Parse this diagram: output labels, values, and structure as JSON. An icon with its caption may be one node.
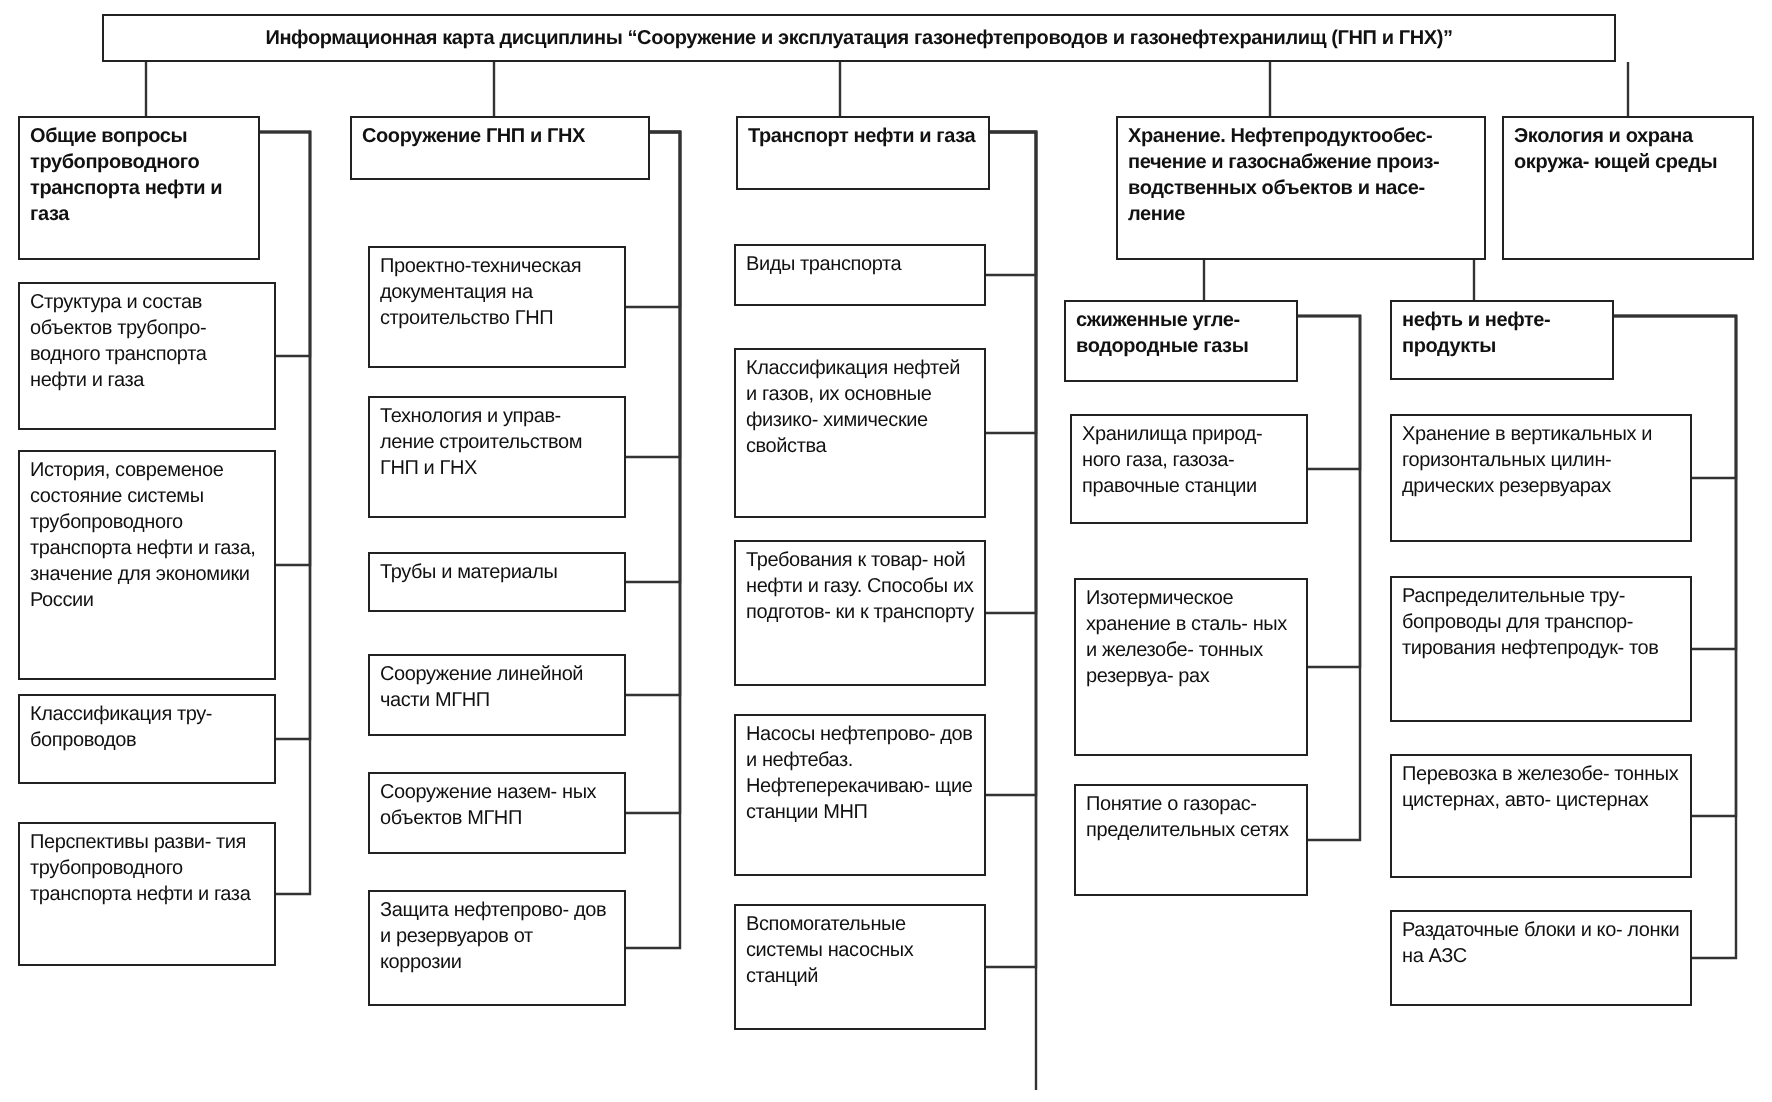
{
  "diagram": {
    "nodes": [
      {
        "text": [
          "Информационная карта дисциплины “Сооружение и эксплуатация газонефтепроводов  и газонефтехранилищ (ГНП и ГНХ)”"
        ]
      },
      {
        "text": [
          "Общие вопросы трубопроводного транспорта нефти и газа"
        ]
      },
      {
        "text": [
          "Структура и состав объектов трубопро- водного транспорта нефти и газа"
        ]
      },
      {
        "text": [
          "История, современое состояние системы трубопроводного транспорта нефти и газа, значение для экономики России"
        ]
      },
      {
        "text": [
          "Классификация тру- бопроводов"
        ]
      },
      {
        "text": [
          "Перспективы разви- тия трубопроводного транспорта нефти и газа"
        ]
      },
      {
        "text": [
          "Сооружение ГНП и ГНХ"
        ]
      },
      {
        "text": [
          "Проектно-техническая документация на строительство ГНП"
        ]
      },
      {
        "text": [
          "Технология и управ- ление строительством ГНП и ГНХ"
        ]
      },
      {
        "text": [
          "Трубы и материалы"
        ]
      },
      {
        "text": [
          "Сооружение линейной части МГНП"
        ]
      },
      {
        "text": [
          "Сооружение назем- ных объектов  МГНП"
        ]
      },
      {
        "text": [
          "Защита нефтепрово- дов и резервуаров  от коррозии"
        ]
      },
      {
        "text": [
          "Транспорт нефти и газа"
        ]
      },
      {
        "text": [
          "Виды транспорта"
        ]
      },
      {
        "text": [
          "Классификация нефтей и газов, их основные физико- химические свойства"
        ]
      },
      {
        "text": [
          "Требования к товар- ной нефти и газу. Способы их подготов- ки к транспорту"
        ]
      },
      {
        "text": [
          "Насосы нефтепрово- дов и нефтебаз. Нефтеперекачиваю- щие станции МНП"
        ]
      },
      {
        "text": [
          "Вспомогательные системы насосных станций"
        ]
      },
      {
        "text": [
          "Хранение. Нефтепродуктообес- печение и газоснабжение произ- водственных объектов и насе- ление"
        ]
      },
      {
        "text": [
          "сжиженные угле- водородные газы"
        ]
      },
      {
        "text": [
          "Хранилища природ- ного газа, газоза- правочные станции"
        ]
      },
      {
        "text": [
          "Изотермическое хранение в сталь- ных и железобе- тонных резервуа- рах"
        ]
      },
      {
        "text": [
          "Понятие о газорас- пределительных сетях"
        ]
      },
      {
        "text": [
          "нефть и нефте- продукты"
        ]
      },
      {
        "text": [
          "Хранение в вертикальных и горизонтальных цилин- дрических резервуарах"
        ]
      },
      {
        "text": [
          "Распределительные тру- бопроводы для транспор- тирования нефтепродук- тов"
        ]
      },
      {
        "text": [
          "Перевозка в железобе- тонных цистернах, авто- цистернах"
        ]
      },
      {
        "text": [
          "Раздаточные блоки и ко- лонки на АЗС"
        ]
      },
      {
        "text": [
          "Экология и охрана окружа- ющей среды"
        ]
      }
    ],
    "edges": [
      {
        "from": 0,
        "to": 1,
        "arrow": "none"
      },
      {
        "from": 0,
        "to": 6,
        "arrow": "none"
      },
      {
        "from": 0,
        "to": 13,
        "arrow": "none"
      },
      {
        "from": 0,
        "to": 19,
        "arrow": "none"
      },
      {
        "from": 0,
        "to": 29,
        "arrow": "none"
      },
      {
        "from": 1,
        "to": 2,
        "arrow": "none"
      },
      {
        "from": 1,
        "to": 3,
        "arrow": "none"
      },
      {
        "from": 1,
        "to": 4,
        "arrow": "none"
      },
      {
        "from": 1,
        "to": 5,
        "arrow": "none"
      },
      {
        "from": 6,
        "to": 7,
        "arrow": "none"
      },
      {
        "from": 6,
        "to": 8,
        "arrow": "none"
      },
      {
        "from": 6,
        "to": 9,
        "arrow": "none"
      },
      {
        "from": 6,
        "to": 10,
        "arrow": "none"
      },
      {
        "from": 6,
        "to": 11,
        "arrow": "none"
      },
      {
        "from": 6,
        "to": 12,
        "arrow": "none"
      },
      {
        "from": 13,
        "to": 14,
        "arrow": "none"
      },
      {
        "from": 13,
        "to": 15,
        "arrow": "none"
      },
      {
        "from": 13,
        "to": 16,
        "arrow": "none"
      },
      {
        "from": 13,
        "to": 17,
        "arrow": "none"
      },
      {
        "from": 13,
        "to": 18,
        "arrow": "none"
      },
      {
        "from": 13,
        "to": null,
        "arrow": "none"
      },
      {
        "from": 19,
        "to": 20,
        "arrow": "none"
      },
      {
        "from": 19,
        "to": 24,
        "arrow": "none"
      },
      {
        "from": 20,
        "to": 21,
        "arrow": "none"
      },
      {
        "from": 20,
        "to": 22,
        "arrow": "none"
      },
      {
        "from": 20,
        "to": 23,
        "arrow": "none"
      },
      {
        "from": 24,
        "to": 25,
        "arrow": "none"
      },
      {
        "from": 24,
        "to": 26,
        "arrow": "none"
      },
      {
        "from": 24,
        "to": 27,
        "arrow": "none"
      },
      {
        "from": 24,
        "to": 28,
        "arrow": "none"
      }
    ]
  }
}
